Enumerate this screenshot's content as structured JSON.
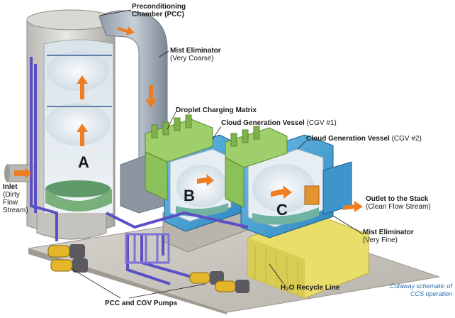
{
  "labels": {
    "pcc_title": "Preconditioning",
    "pcc_sub": "Chamber (PCC)",
    "mist_coarse_title": "Mist Eliminator",
    "mist_coarse_sub": "(Very Coarse)",
    "droplet_matrix": "Droplet Charging Matrix",
    "cgv1_title": "Cloud Generation Vessel",
    "cgv1_sub": "(CGV #1)",
    "cgv2_title": "Cloud Generation Vessel",
    "cgv2_sub": "(CGV #2)",
    "inlet_title": "Inlet",
    "inlet_sub1": "(Dirty",
    "inlet_sub2": "Flow",
    "inlet_sub3": "Stream)",
    "outlet_title": "Outlet to the Stack",
    "outlet_sub": "(Clean Flow Stream)",
    "mist_fine_title": "Mist Eliminator",
    "mist_fine_sub": "(Very Fine)",
    "recycle": "H₂O Recycle Line",
    "pumps": "PCC and CGV Pumps"
  },
  "zones": {
    "a": "A",
    "b": "B",
    "c": "C"
  },
  "caption": {
    "line1": "Cutaway schematic of",
    "line2": "CCS operation"
  },
  "colors": {
    "flow_arrow": "#ef7d22",
    "vessel_blue": "#4aa3d8",
    "matrix_green": "#9fcf6a",
    "base_yellow": "#e9de6a",
    "pipe_purple": "#5a4fc4",
    "tower_grey": "#c9c9c4",
    "caption_blue": "#2a6fb0"
  }
}
